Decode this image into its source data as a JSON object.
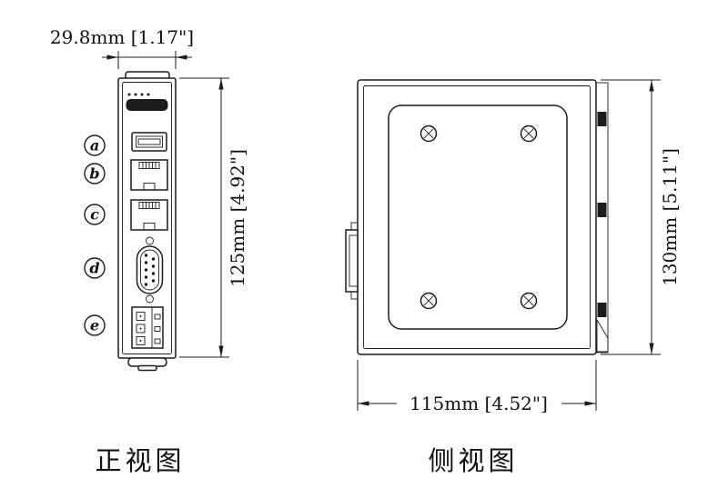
{
  "front_view": {
    "label": "正视图",
    "width_dimension": "29.8mm [1.17\"]",
    "height_dimension": "125mm [4.92\"]",
    "port_labels": {
      "a": "a",
      "b": "b",
      "c": "c",
      "d": "d",
      "e": "e"
    }
  },
  "side_view": {
    "label": "侧视图",
    "width_dimension": "115mm [4.52\"]",
    "height_dimension": "130mm [5.11\"]"
  },
  "colors": {
    "line": "#1c1c1c",
    "background": "#ffffff"
  }
}
